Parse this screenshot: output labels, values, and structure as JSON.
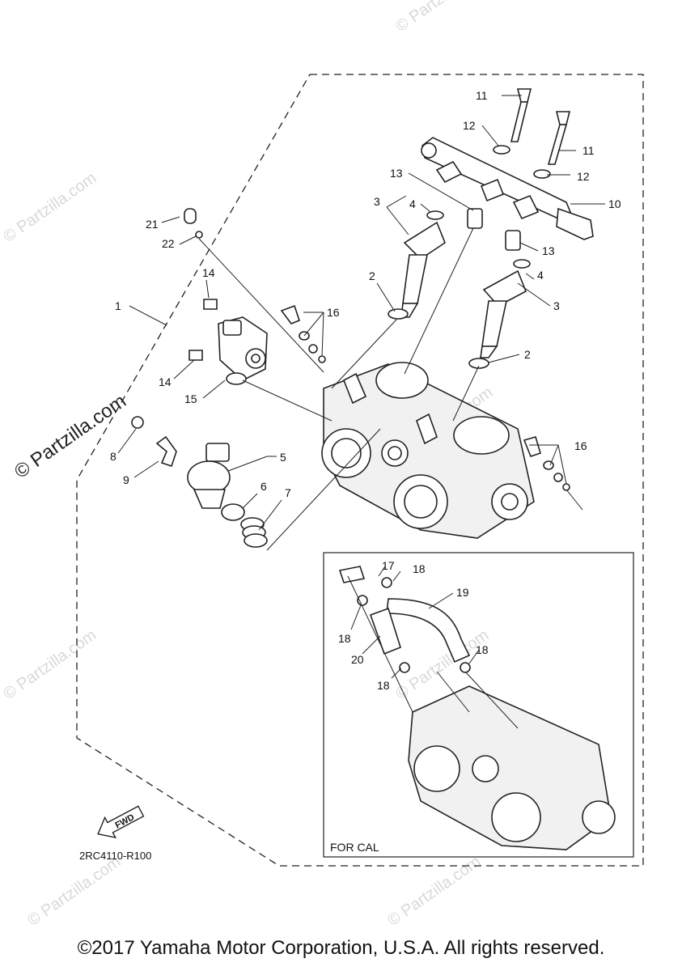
{
  "footer": {
    "copyright": "©2017 Yamaha Motor Corporation, U.S.A. All rights reserved."
  },
  "diagram": {
    "code": "2RC4110-R100",
    "inset_label": "FOR CAL",
    "fwd_arrow": "FWD",
    "watermark_main": "© Partzilla.com",
    "watermark_faint": "© Partzilla.com",
    "callouts": {
      "c1": "1",
      "c2a": "2",
      "c2b": "2",
      "c3a": "3",
      "c3b": "3",
      "c4a": "4",
      "c4b": "4",
      "c5": "5",
      "c6": "6",
      "c7": "7",
      "c8": "8",
      "c9": "9",
      "c10": "10",
      "c11a": "11",
      "c11b": "11",
      "c12a": "12",
      "c12b": "12",
      "c13a": "13",
      "c13b": "13",
      "c14a": "14",
      "c14b": "14",
      "c15": "15",
      "c16a": "16",
      "c16b": "16",
      "c17": "17",
      "c18a": "18",
      "c18b": "18",
      "c18c": "18",
      "c18d": "18",
      "c19": "19",
      "c20": "20",
      "c21": "21",
      "c22": "22"
    }
  }
}
